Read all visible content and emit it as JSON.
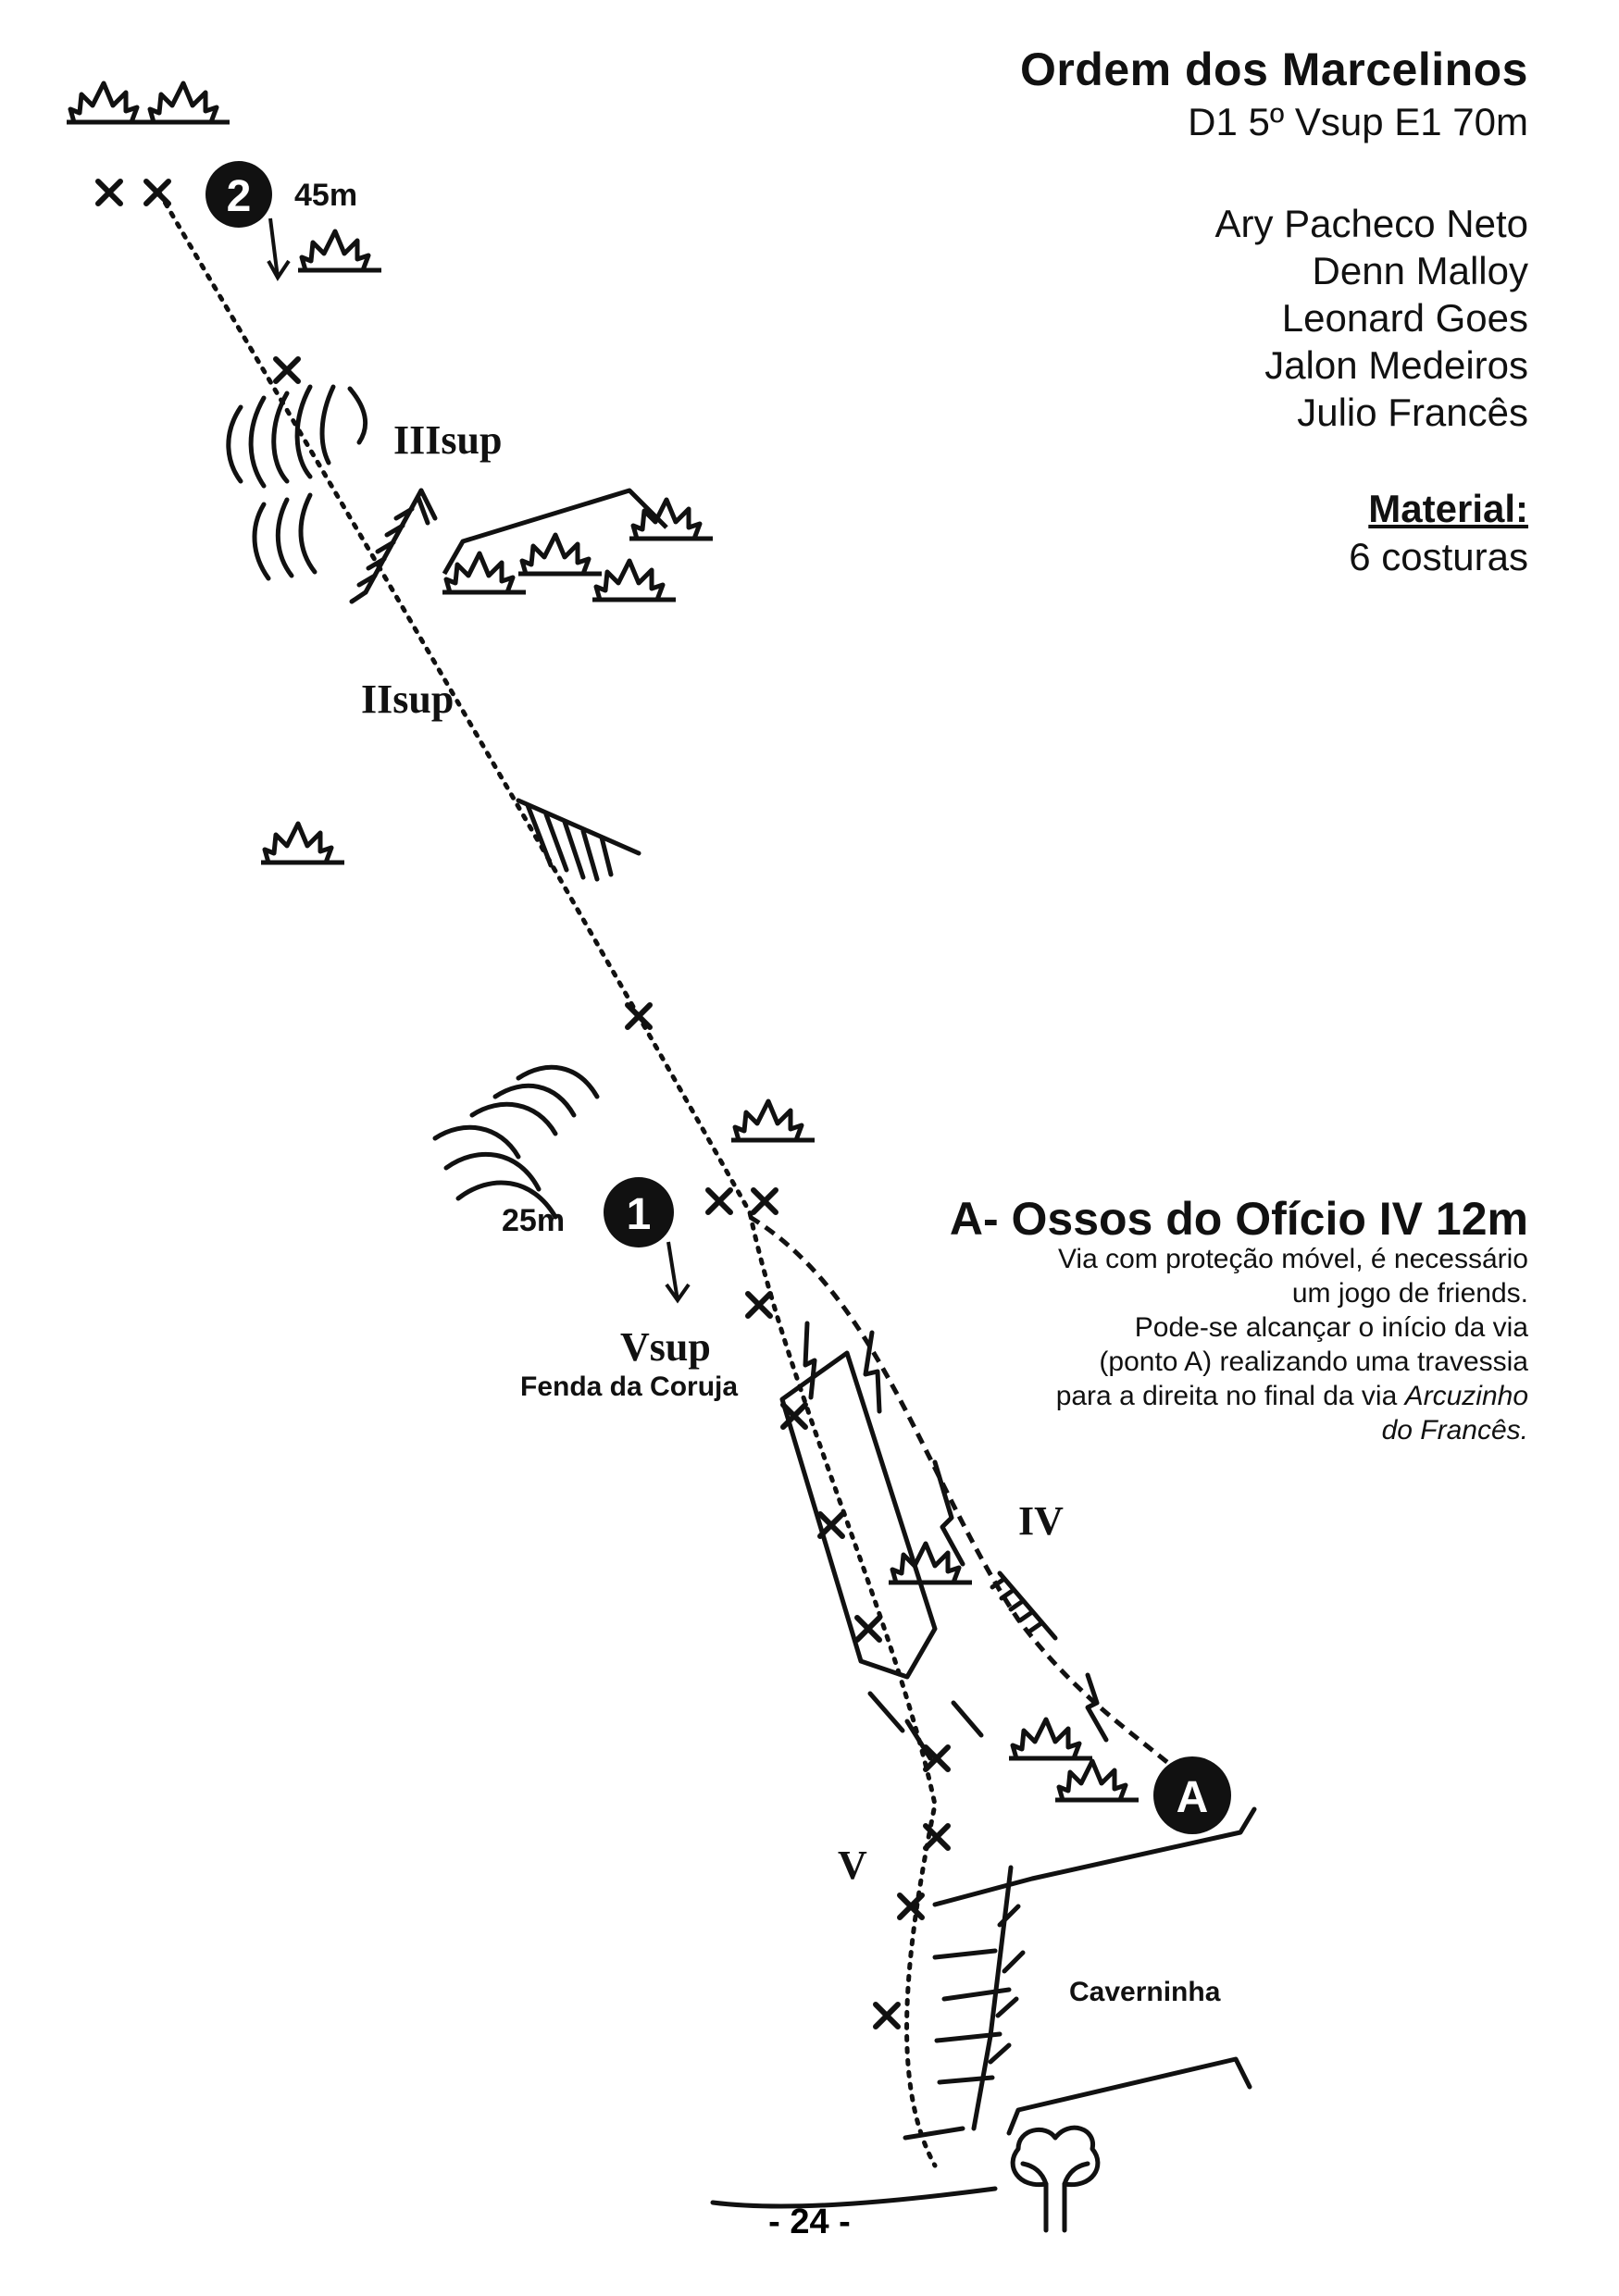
{
  "route": {
    "title": "Ordem dos Marcelinos",
    "grade": "D1 5º Vsup E1 70m",
    "first_ascensionists": [
      "Ary Pacheco Neto",
      "Denn Malloy",
      "Leonard Goes",
      "Jalon Medeiros",
      "Julio Francês"
    ],
    "material_label": "Material:",
    "material_value": "6 costuras"
  },
  "variant": {
    "title": "A- Ossos do Ofício IV 12m",
    "description_lines": [
      "Via com proteção móvel, é necessário",
      "um jogo de friends.",
      "Pode-se alcançar o início da via",
      "(ponto A) realizando uma travessia"
    ],
    "description_tail_plain": "para a direita no final da via ",
    "description_tail_italic": "Arcuzinho",
    "description_tail_italic_2": "do Francês."
  },
  "topo": {
    "belay_2_number": "2",
    "belay_2_length": "45m",
    "belay_1_number": "1",
    "belay_1_length": "25m",
    "point_a": "A",
    "grade_IIIsup": "IIIsup",
    "grade_IIsup": "IIsup",
    "grade_Vsup": "Vsup",
    "grade_IV": "IV",
    "grade_V": "V",
    "feature_fenda": "Fenda da Coruja",
    "feature_caverninha": "Caverninha"
  },
  "page": {
    "number": "- 24 -"
  }
}
